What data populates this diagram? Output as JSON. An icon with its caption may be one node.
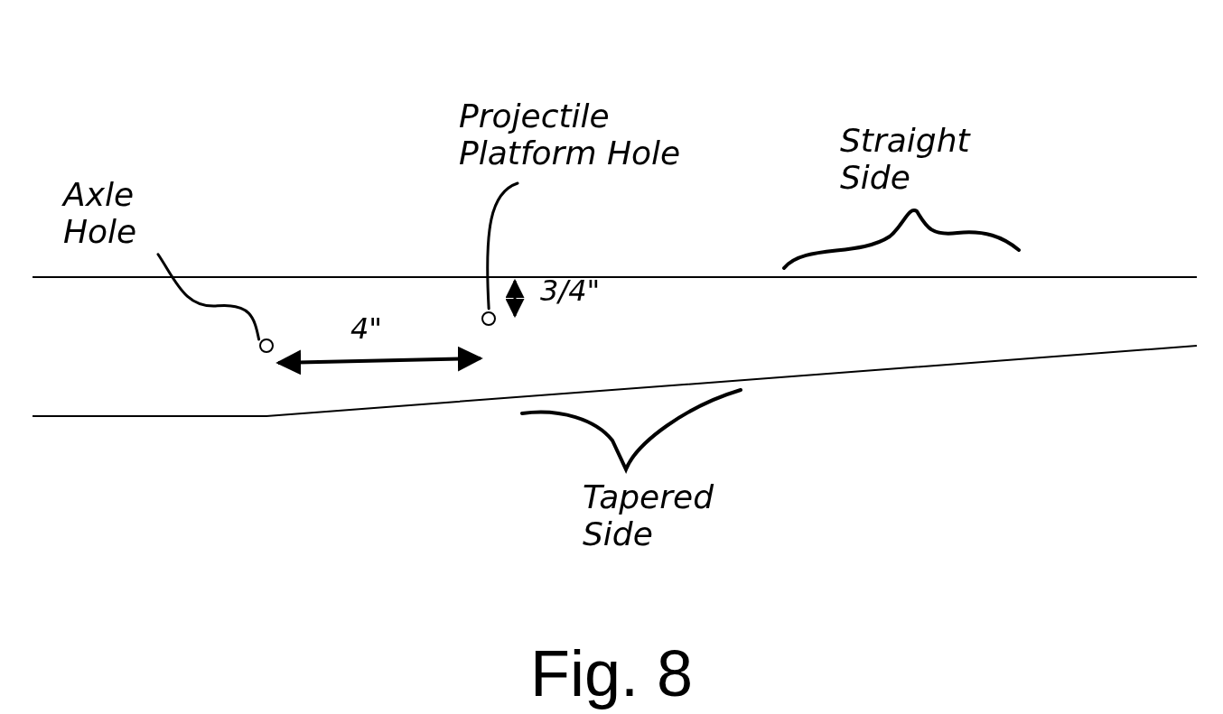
{
  "diagram": {
    "caption": "Fig. 8",
    "nodes": [
      {
        "text": [
          "Axle Hole"
        ]
      },
      {
        "text": [],
        "shape": "circle"
      },
      {
        "text": [
          "Projectile Platform Hole"
        ]
      },
      {
        "text": [],
        "shape": "circle"
      },
      {
        "text": [
          "Straight Side"
        ]
      },
      {
        "text": [
          "Tapered Side"
        ]
      }
    ],
    "edges": [
      {
        "from": 0,
        "to": 1,
        "arrow": "none"
      },
      {
        "from": 2,
        "to": 3,
        "arrow": "none"
      }
    ],
    "labels": [
      "4\"",
      "3/4\""
    ]
  }
}
